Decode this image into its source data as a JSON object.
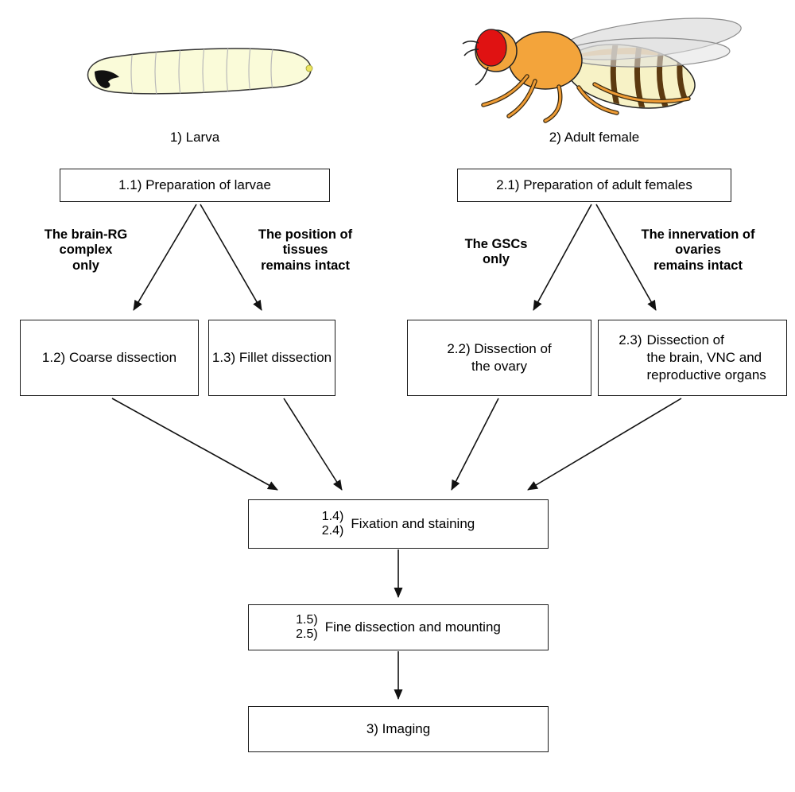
{
  "captions": {
    "larva": "1) Larva",
    "adult_female": "2) Adult female"
  },
  "steps": {
    "prep_larvae": "1.1) Preparation of larvae",
    "prep_adult_females": "2.1) Preparation of adult females",
    "coarse_dissection": "1.2) Coarse dissection",
    "fillet_dissection": "1.3) Fillet dissection",
    "ovary_dissection": "2.2) Dissection of\nthe ovary",
    "brain_vnc_num": "2.3)",
    "brain_vnc_text": "Dissection of\nthe brain, VNC and\nreproductive organs",
    "fixation_nums": "1.4)\n2.4)",
    "fixation_label": "Fixation and staining",
    "fine_nums": "1.5)\n2.5)",
    "fine_label": "Fine dissection and mounting",
    "imaging": "3) Imaging"
  },
  "branch_notes": {
    "brain_rg": "The brain-RG\ncomplex\nonly",
    "tissue_position": "The position of\ntissues\nremains intact",
    "gscs": "The GSCs\nonly",
    "ovary_innervation": "The innervation of\novaries\nremains intact"
  },
  "colors": {
    "line": "#111111",
    "box_border": "#1c1c1c",
    "larva_body": "#fafbd9",
    "larva_segment": "#b9b9b9",
    "larva_mouth_hooks": "#111111",
    "fly_body": "#f3a43b",
    "fly_eye": "#e01212",
    "fly_wing": "#d6d6d6",
    "fly_abdomen": "#f7f2c6",
    "fly_stripe": "#5c3a10"
  }
}
